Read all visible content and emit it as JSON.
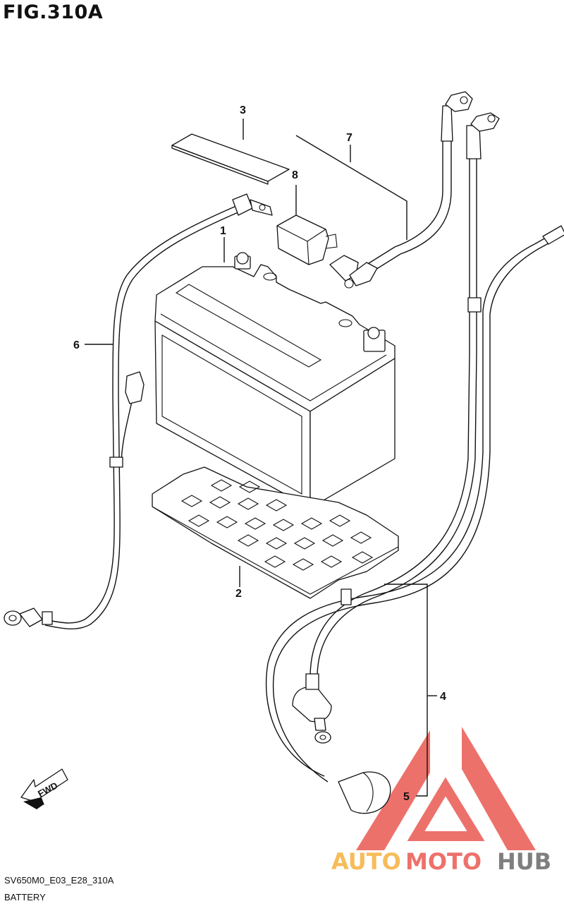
{
  "header": {
    "figure_title": "FIG.310A"
  },
  "footer": {
    "code": "SV650M0_E03_E28_310A",
    "caption": "BATTERY"
  },
  "callouts": {
    "c1": "1",
    "c2": "2",
    "c3": "3",
    "c4": "4",
    "c5": "5",
    "c6": "6",
    "c7": "7",
    "c8": "8"
  },
  "direction_marker": {
    "label": "FWD"
  },
  "watermark": {
    "part1": "AUTO",
    "part2": "MOTO",
    "part3": "HUB",
    "colors": {
      "auto": "#f5a623",
      "moto": "#e8423a",
      "hub": "#555555"
    }
  }
}
